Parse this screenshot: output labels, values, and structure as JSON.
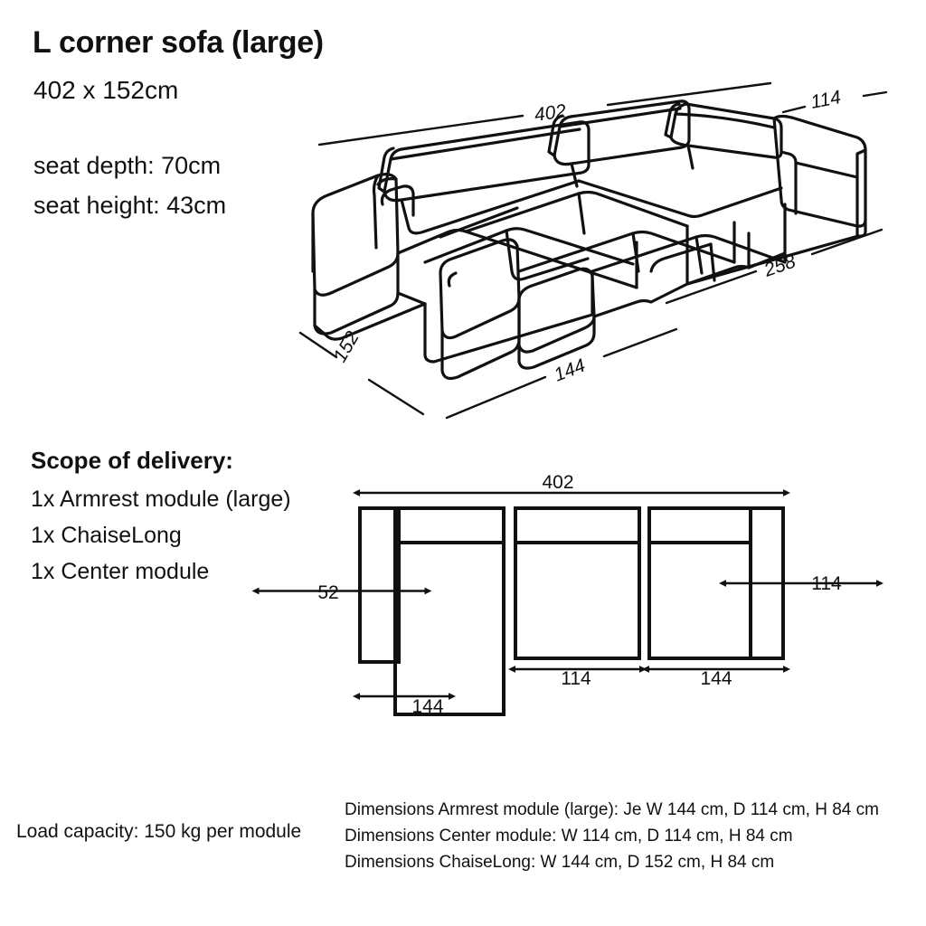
{
  "header": {
    "title": "L corner sofa (large)",
    "subtitle": "402 x 152cm",
    "seat_depth": "seat depth: 70cm",
    "seat_height": "seat height: 43cm"
  },
  "scope": {
    "heading": "Scope of delivery:",
    "items": [
      "1x Armrest module (large)",
      "1x ChaiseLong",
      "1x Center module"
    ]
  },
  "perspective_view": {
    "dimensions": {
      "overall_width": "402",
      "depth_right": "114",
      "right_section": "258",
      "depth_left": "152",
      "chaise_width": "144"
    }
  },
  "plan_view": {
    "dimensions": {
      "overall_width": "402",
      "chaise_depth": "52",
      "chaise_width": "144",
      "center_width": "114",
      "module_depth": "114",
      "armrest_width": "144"
    }
  },
  "footer": {
    "load_capacity": "Load capacity: 150 kg per module",
    "dimension_lines": [
      "Dimensions Armrest module (large): Je W 144 cm, D 114 cm, H 84 cm",
      "Dimensions Center module: W 114 cm, D 114 cm, H 84 cm",
      "Dimensions ChaiseLong: W 144 cm, D 152 cm, H 84 cm"
    ]
  },
  "style": {
    "background": "#ffffff",
    "ink": "#111111"
  }
}
